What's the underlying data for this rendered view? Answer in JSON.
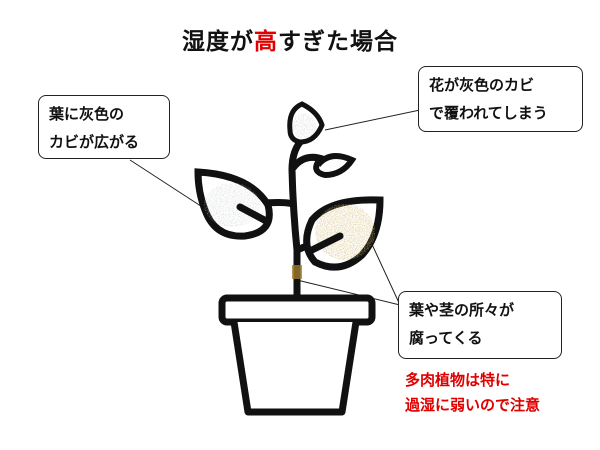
{
  "title": {
    "before": "湿度が",
    "highlight": "高",
    "after": "すぎた場合"
  },
  "callouts": {
    "leaf_mold": [
      "葉に灰色の",
      "カビが広がる"
    ],
    "flower_mold": [
      "花が灰色のカビ",
      "で覆われてしまう"
    ],
    "rot": [
      "葉や茎の所々が",
      "腐ってくる"
    ]
  },
  "note": [
    "多肉植物は特に",
    "過湿に弱いので注意"
  ],
  "colors": {
    "accent": "#e00000",
    "mold": "#9aa0a6",
    "rot": "#a07a2a"
  }
}
